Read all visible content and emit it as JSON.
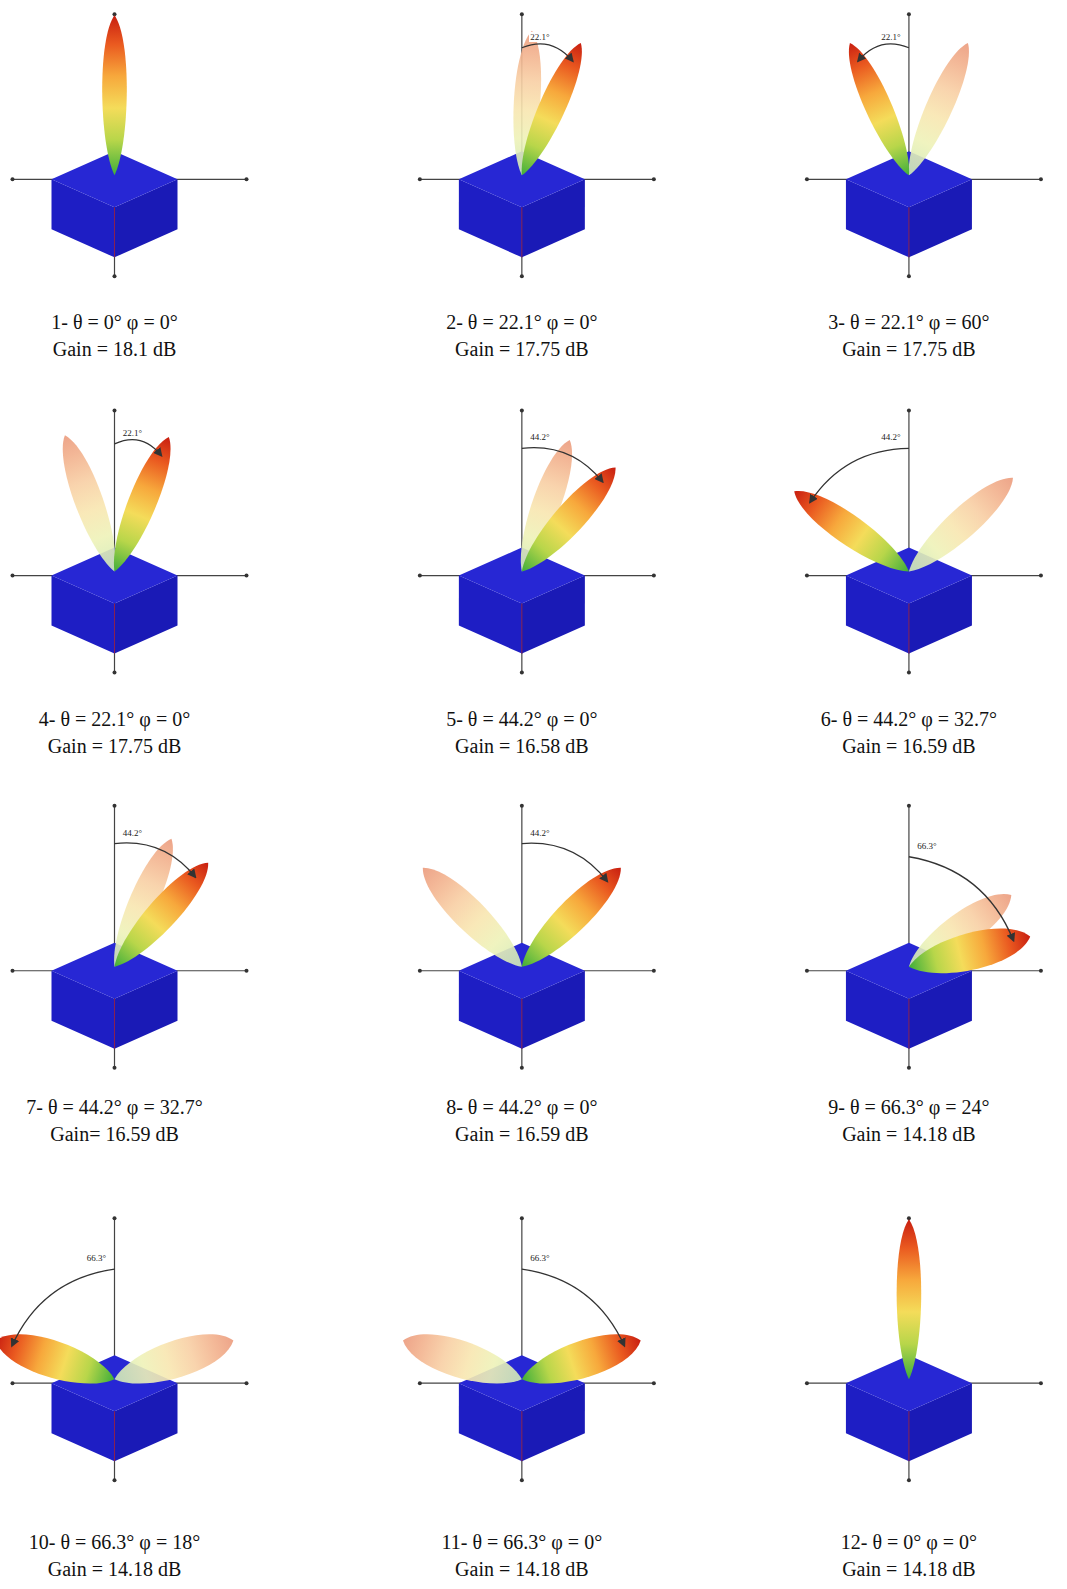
{
  "diagram": {
    "labels": [
      "1- θ = 0° φ = 0°",
      "Gain = 18.1 dB",
      "2- θ = 22.1° φ = 0°",
      "Gain = 17.75 dB",
      "3- θ = 22.1° φ = 60°",
      "Gain = 17.75 dB",
      "4- θ = 22.1° φ = 0°",
      "Gain = 17.75 dB",
      "5- θ = 44.2° φ = 0°",
      "Gain = 16.58 dB",
      "6- θ = 44.2° φ = 32.7°",
      "Gain = 16.59 dB",
      "7- θ = 44.2° φ = 32.7°",
      "Gain= 16.59 dB",
      "8- θ = 44.2° φ = 0°",
      "Gain = 16.59 dB",
      "9- θ = 66.3° φ = 24°",
      "Gain = 14.18 dB",
      "10- θ = 66.3° φ = 18°",
      "Gain = 14.18 dB",
      "11- θ = 66.3° φ = 0°",
      "Gain = 14.18 dB",
      "12- θ = 0° φ = 0°",
      "Gain = 14.18 dB",
      "22.1°",
      "22.1°",
      "22.1°",
      "44.2°",
      "44.2°",
      "44.2°",
      "44.2°",
      "66.3°",
      "66.3°",
      "66.3°"
    ]
  }
}
